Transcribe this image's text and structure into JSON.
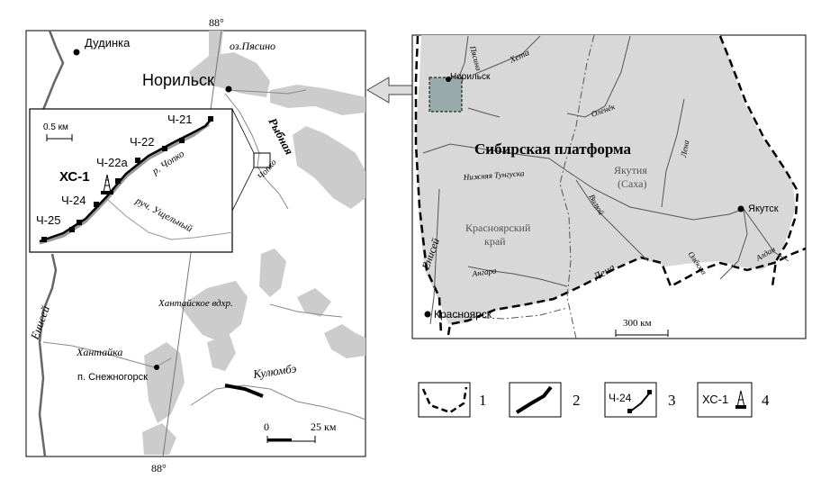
{
  "left_map": {
    "meridian_top": "88°",
    "meridian_bottom": "88°",
    "cities": {
      "dudinka": "Дудинка",
      "norilsk": "Норильск",
      "snezhnogorsk": "п. Снежногорск"
    },
    "water": {
      "pyasino": "оз.Пясино",
      "rybnaya": "Рыбная",
      "chopko": "Чопко",
      "yenisei": "Енисей",
      "khantayka": "Хантайка",
      "khantayskoe": "Хантайское вдхр.",
      "kulyumbe": "Кулюмбэ"
    },
    "scale": {
      "zero": "0",
      "end": "25 км"
    }
  },
  "inset": {
    "scale": "0.5 км",
    "points": [
      "Ч-21",
      "Ч-22",
      "Ч-22а",
      "Ч-24",
      "Ч-25"
    ],
    "well": "ХС-1",
    "river": "р. Чопко",
    "creek": "руч. Ущельный"
  },
  "right_map": {
    "platform": "Сибирская платформа",
    "regions": {
      "yakutia": "Якутия",
      "saha": "(Саха)",
      "krasnoyarsk_1": "Красноярский",
      "krasnoyarsk_2": "край"
    },
    "cities": {
      "norilsk": "Норильск",
      "yakutsk": "Якутск",
      "krasnoyarsk": "Красноярск"
    },
    "rivers": {
      "pyasina": "Пясина",
      "kheta": "Хета",
      "olenek": "Оленёк",
      "lena_n": "Лена",
      "lena_s": "Лена",
      "nizh_tunguska": "Нижняя Тунгуска",
      "vilyui": "Вилюй",
      "yenisei": "Енисей",
      "angara": "Ангара",
      "olekma": "Олёкма",
      "aldan": "Алдан"
    },
    "scale": "300 км"
  },
  "legend": [
    {
      "num": "1",
      "sample": ""
    },
    {
      "num": "2",
      "sample": ""
    },
    {
      "num": "3",
      "sample": "Ч-24"
    },
    {
      "num": "4",
      "sample": "ХС-1"
    }
  ]
}
